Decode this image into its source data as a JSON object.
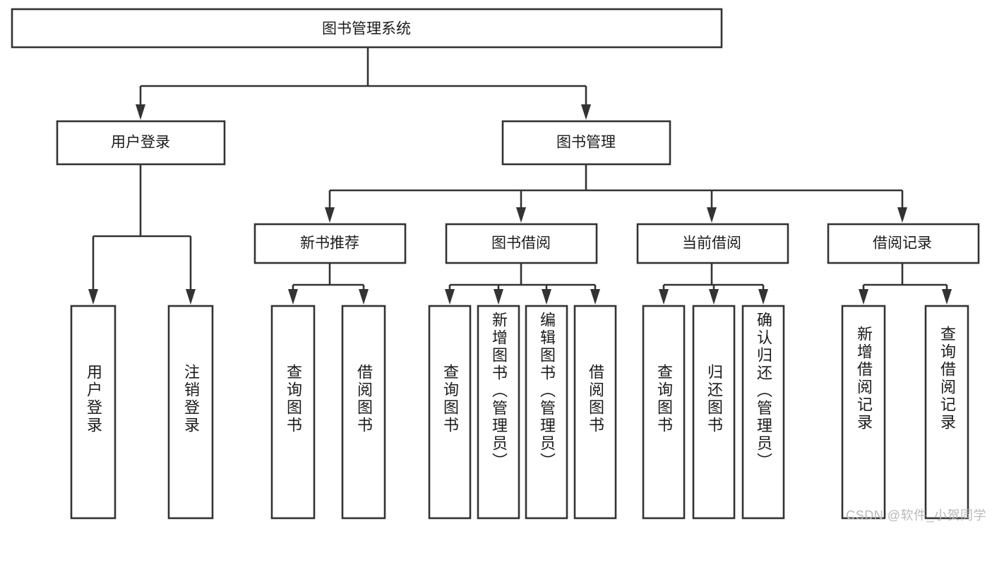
{
  "diagram": {
    "type": "tree",
    "title": "图书管理系统",
    "root": {
      "label": "图书管理系统"
    },
    "level2": [
      {
        "label": "用户登录"
      },
      {
        "label": "图书管理"
      }
    ],
    "level3": [
      {
        "label": "新书推荐"
      },
      {
        "label": "图书借阅"
      },
      {
        "label": "当前借阅"
      },
      {
        "label": "借阅记录"
      }
    ],
    "leaves": {
      "user_login": [
        {
          "label": "用户登录"
        },
        {
          "label": "注销登录"
        }
      ],
      "new_book": [
        {
          "label": "查询图书"
        },
        {
          "label": "借阅图书"
        }
      ],
      "book_borrow": [
        {
          "label": "查询图书"
        },
        {
          "label": "新增图书（管理员）"
        },
        {
          "label": "编辑图书（管理员）"
        },
        {
          "label": "借阅图书"
        }
      ],
      "current_borrow": [
        {
          "label": "查询图书"
        },
        {
          "label": "归还图书"
        },
        {
          "label": "确认归还（管理员）"
        }
      ],
      "borrow_record": [
        {
          "label": "新增借阅记录"
        },
        {
          "label": "查询借阅记录"
        }
      ]
    },
    "colors": {
      "box_stroke": "#333333",
      "box_fill": "#ffffff",
      "text": "#1b1b1b",
      "watermark": "#b9b9b9",
      "background": "#ffffff"
    }
  },
  "watermark": {
    "text": "CSDN @软件_小贺同学"
  }
}
